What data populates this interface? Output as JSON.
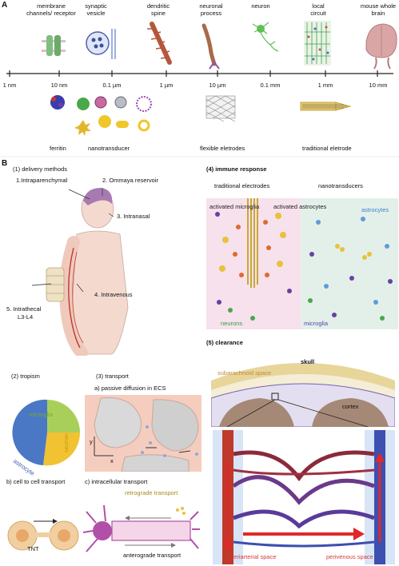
{
  "panel_a": {
    "letter": "A",
    "top_labels": [
      "membrane channels/ receptor",
      "synaptic vesicle",
      "dendritic spine",
      "neuronal process",
      "neuron",
      "local circuit",
      "mouse whole brain"
    ],
    "scale_ticks": [
      "1 nm",
      "10 nm",
      "0.1 µm",
      "1 µm",
      "10 µm",
      "0.1 mm",
      "1 mm",
      "10 mm"
    ],
    "bottom_labels": {
      "ferritin": "ferritin",
      "nanotransducer": "nanotransducer",
      "flexible": "flexible eletrodes",
      "traditional": "traditional eletrode"
    }
  },
  "panel_b": {
    "letter": "B",
    "delivery": {
      "title": "(1) delivery methods",
      "routes": [
        "1.Intraparenchymal",
        "2. Ommaya reservoir",
        "3. Intranasal",
        "4. Intravenous",
        "5. Intrathecal",
        "L3-L4"
      ]
    },
    "immune": {
      "title": "(4)  immune response",
      "traditional": "traditional electrodes",
      "nano": "nanotransducers",
      "activated_microglia": "activated microglia",
      "activated_astrocytes": "activated astrocytes",
      "astrocytes": "astrocytes",
      "neurons": "neurons",
      "microglia": "microglia"
    },
    "tropism": {
      "title": "(2) tropism",
      "microglia": "microglia",
      "neuron": "neuron",
      "astrocyte": "astrocyte"
    },
    "transport": {
      "title": "(3) transport",
      "passive": "a) passive diffusion in ECS",
      "axis_y": "y",
      "axis_x": "x",
      "cell_to_cell": "b) cell to cell transport",
      "tnt": "TNT",
      "intracellular": "c) intracellular transport",
      "retrograde": "retrograde transport",
      "anterograde": "anterograde transport"
    },
    "clearance": {
      "title": "(5) clearance",
      "subarachnoid": "subarachnoid space",
      "skull": "skull",
      "cortex": "cortex",
      "periarterial": "periarterial space",
      "perivenous": "perivenous space"
    }
  },
  "colors": {
    "microglia_wedge": "#a9cf5b",
    "neuron_wedge": "#f1c232",
    "astrocyte_wedge": "#4a78c5",
    "artery": "#c0392b",
    "vein": "#3d4fb0",
    "immune_left_bg": "#f6e1ec",
    "immune_right_bg": "#e3f0ea",
    "ecs_bg": "#f5cdbf"
  },
  "icons": [
    "receptor-icon",
    "vesicle-icon",
    "spine-icon",
    "process-icon",
    "neuron-icon",
    "circuit-icon",
    "brain-icon",
    "ferritin-icon",
    "nanoparticle-icon",
    "mesh-electrode-icon",
    "probe-electrode-icon",
    "human-body-icon",
    "spine-column-icon",
    "tnt-cells-icon",
    "neuron-transport-icon",
    "skull-section-icon",
    "vessel-network-icon"
  ]
}
